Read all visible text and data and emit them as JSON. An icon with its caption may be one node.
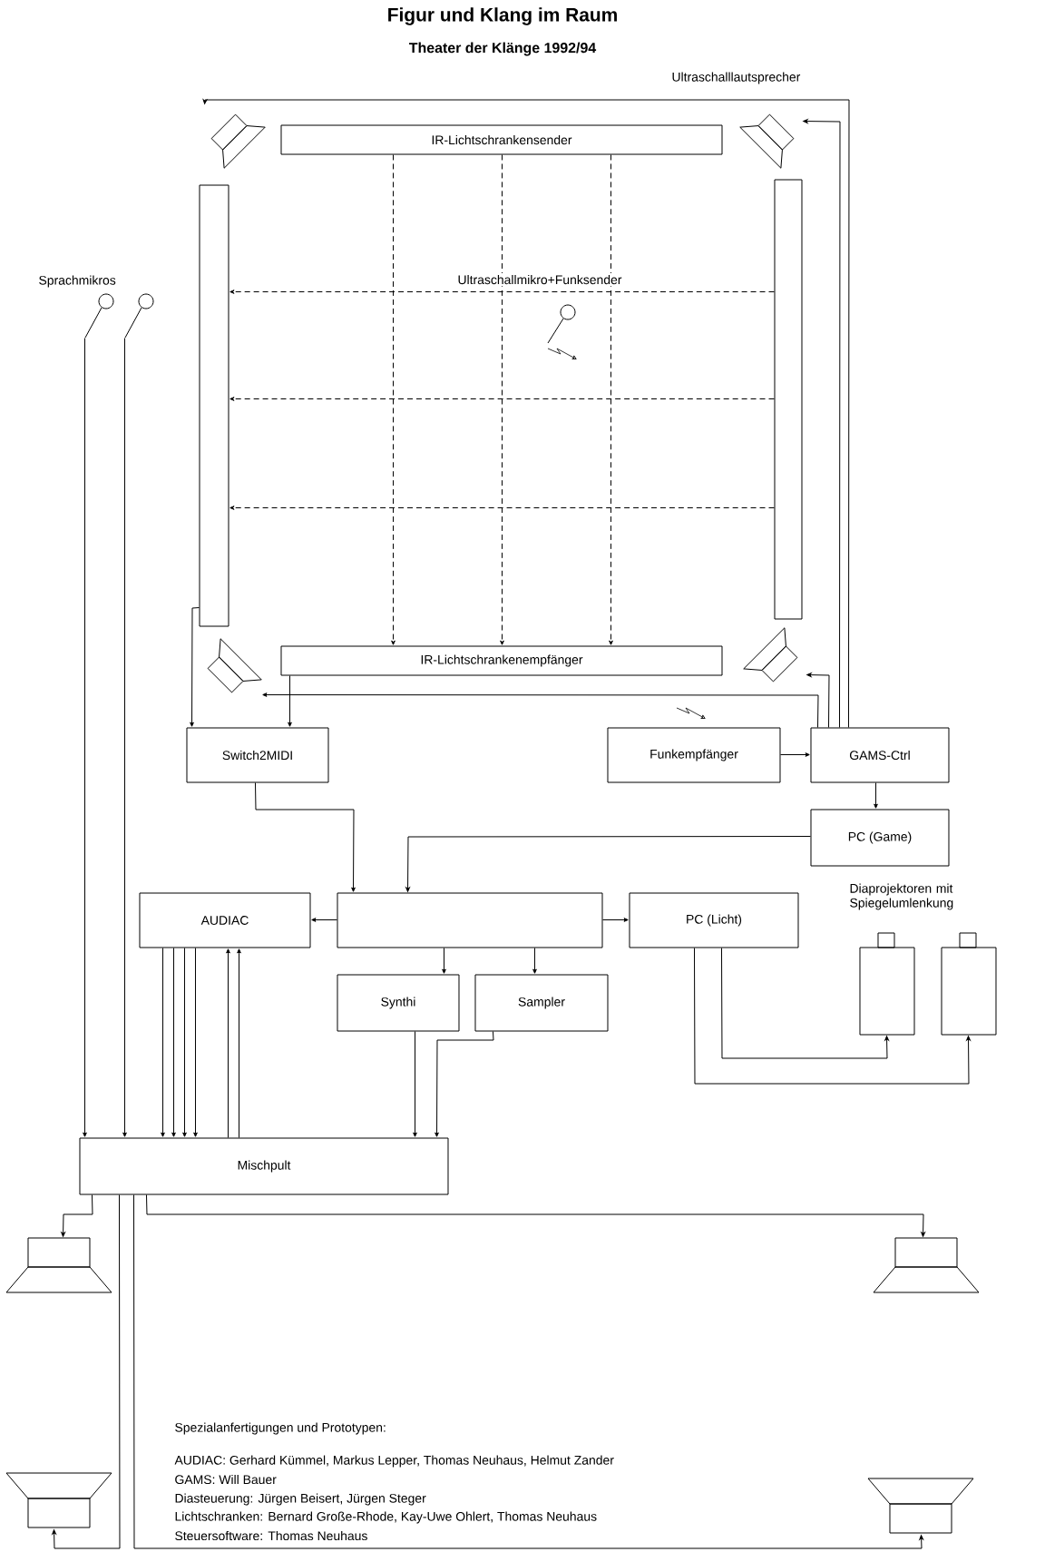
{
  "diagram": {
    "title": "Figur und Klang im Raum",
    "nodes": [
      {
        "text": [
          "IR-Lichtschrankensender"
        ]
      },
      {
        "text": [],
        "shape": "speaker"
      },
      {
        "text": [],
        "shape": "speaker"
      },
      {
        "text": [],
        "shape": "bar"
      },
      {
        "text": [],
        "shape": "bar"
      },
      {
        "text": [],
        "shape": "microphone"
      },
      {
        "text": [],
        "shape": "microphone"
      },
      {
        "text": [],
        "shape": "speaker"
      },
      {
        "text": [],
        "shape": "speaker"
      },
      {
        "text": [
          "IR-Lichtschrankenempfänger"
        ]
      },
      {
        "text": [
          "Switch2MIDI"
        ]
      },
      {
        "text": [
          "Funkempfänger"
        ]
      },
      {
        "text": [
          "GAMS-Ctrl"
        ]
      },
      {
        "text": [
          "PC (Game)"
        ]
      },
      {
        "text": [
          "AUDIAC"
        ]
      },
      {
        "text": [],
        "shape": "box"
      },
      {
        "text": [
          "PC (Licht)"
        ]
      },
      {
        "text": [],
        "shape": "projector"
      },
      {
        "text": [],
        "shape": "projector"
      },
      {
        "text": [
          "Synthi"
        ]
      },
      {
        "text": [
          "Sampler"
        ]
      },
      {
        "text": [
          "Mischpult"
        ]
      },
      {
        "text": [],
        "shape": "speaker"
      },
      {
        "text": [],
        "shape": "speaker"
      },
      {
        "text": [],
        "shape": "speaker"
      },
      {
        "text": [],
        "shape": "speaker"
      }
    ],
    "edges": [
      {
        "from": 0,
        "to": 9,
        "arrow": "to",
        "style": "dashed"
      },
      {
        "from": 0,
        "to": 9,
        "arrow": "to",
        "style": "dashed"
      },
      {
        "from": 0,
        "to": 9,
        "arrow": "to",
        "style": "dashed"
      },
      {
        "from": 4,
        "to": 3,
        "arrow": "to",
        "style": "dashed"
      },
      {
        "from": 4,
        "to": 3,
        "arrow": "to",
        "style": "dashed"
      },
      {
        "from": 4,
        "to": 3,
        "arrow": "to",
        "style": "dashed"
      },
      {
        "from": 12,
        "to": 1,
        "arrow": "to"
      },
      {
        "from": 12,
        "to": 2,
        "arrow": "to"
      },
      {
        "from": 12,
        "to": 8,
        "arrow": "to"
      },
      {
        "from": 12,
        "to": 7,
        "arrow": "to"
      },
      {
        "from": 3,
        "to": 10,
        "arrow": "to"
      },
      {
        "from": 9,
        "to": 10,
        "arrow": "to"
      },
      {
        "from": 5,
        "to": 21,
        "arrow": "to"
      },
      {
        "from": 6,
        "to": 21,
        "arrow": "to"
      },
      {
        "from": 11,
        "to": 12,
        "arrow": "to"
      },
      {
        "from": 12,
        "to": 13,
        "arrow": "to"
      },
      {
        "from": 13,
        "to": 15,
        "arrow": "to"
      },
      {
        "from": 10,
        "to": 15,
        "arrow": "to"
      },
      {
        "from": 15,
        "to": 14,
        "arrow": "to"
      },
      {
        "from": 15,
        "to": 16,
        "arrow": "to"
      },
      {
        "from": 15,
        "to": 19,
        "arrow": "to"
      },
      {
        "from": 15,
        "to": 20,
        "arrow": "to"
      },
      {
        "from": 16,
        "to": 17,
        "arrow": "to"
      },
      {
        "from": 16,
        "to": 18,
        "arrow": "to"
      },
      {
        "from": 14,
        "to": 21,
        "arrow": "to"
      },
      {
        "from": 14,
        "to": 21,
        "arrow": "to"
      },
      {
        "from": 14,
        "to": 21,
        "arrow": "to"
      },
      {
        "from": 14,
        "to": 21,
        "arrow": "to"
      },
      {
        "from": 21,
        "to": 14,
        "arrow": "to"
      },
      {
        "from": 21,
        "to": 14,
        "arrow": "to"
      },
      {
        "from": 19,
        "to": 21,
        "arrow": "to"
      },
      {
        "from": 20,
        "to": 21,
        "arrow": "to"
      },
      {
        "from": 21,
        "to": 22,
        "arrow": "to"
      },
      {
        "from": 21,
        "to": 23,
        "arrow": "to"
      },
      {
        "from": 21,
        "to": 24,
        "arrow": "to"
      },
      {
        "from": 21,
        "to": 25,
        "arrow": "to"
      }
    ],
    "labels": [
      "Theater der Klänge 1992/94",
      "Ultraschalllautsprecher",
      "Sprachmikros",
      "Ultraschallmikro+Funksender",
      "Diaprojektoren mit Spiegelumlenkung",
      "Spezialanfertigungen und Prototypen:",
      "AUDIAC: Gerhard Kümmel, Markus Lepper, Thomas Neuhaus, Helmut Zander",
      "GAMS: Will Bauer",
      "Diasteuerung: Jürgen Beisert, Jürgen Steger",
      "Lichtschranken: Bernard Große-Rhode, Kay-Uwe Ohlert, Thomas Neuhaus",
      "Steuersoftware: Thomas Neuhaus"
    ]
  }
}
